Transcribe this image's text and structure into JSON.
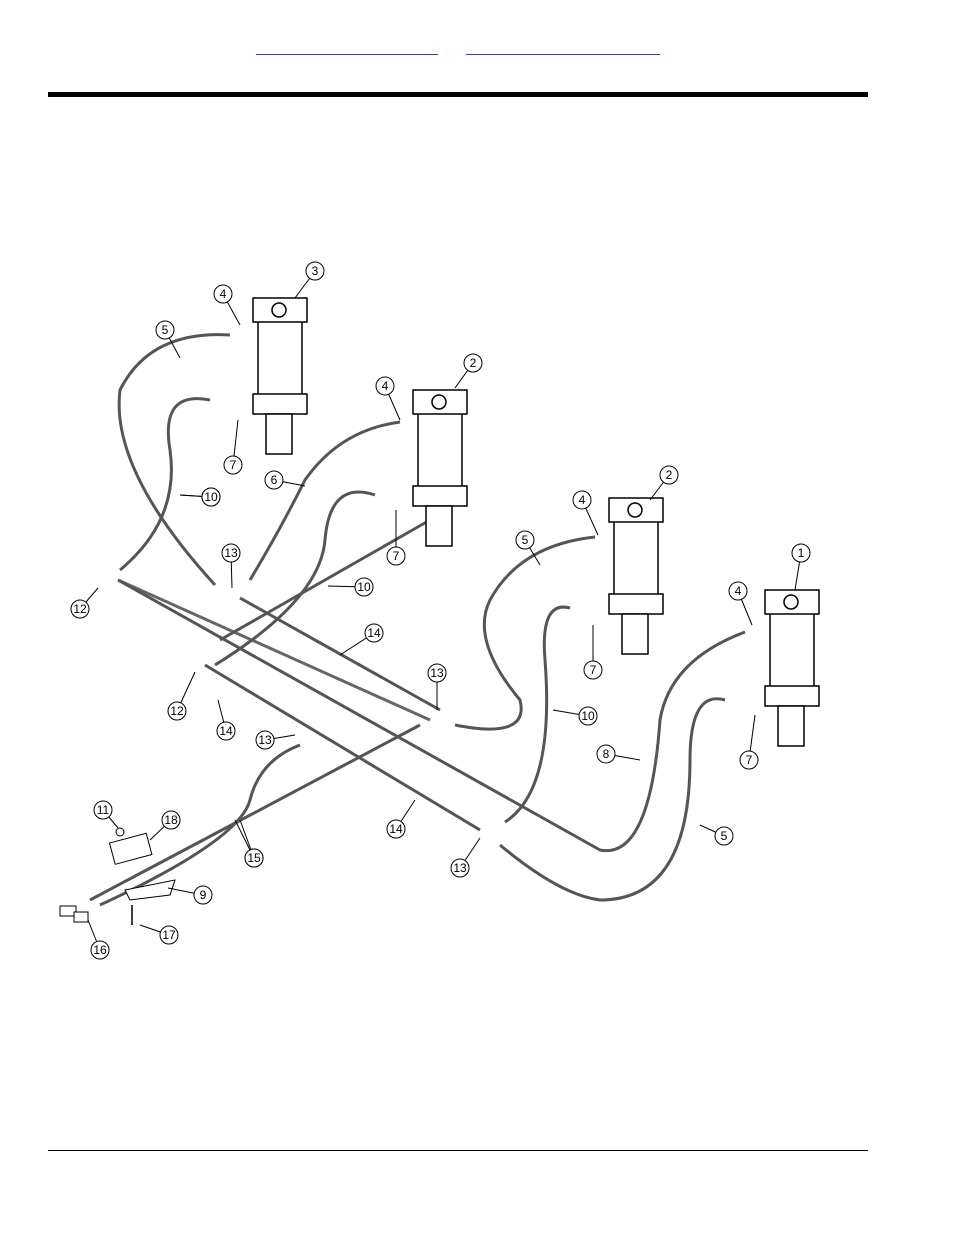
{
  "header": {
    "links": [
      {
        "text": ""
      },
      {
        "text": ""
      }
    ]
  },
  "diagram": {
    "callouts": [
      "1",
      "2",
      "2",
      "3",
      "4",
      "4",
      "4",
      "4",
      "5",
      "5",
      "5",
      "6",
      "7",
      "7",
      "7",
      "7",
      "8",
      "9",
      "10",
      "10",
      "10",
      "10",
      "11",
      "12",
      "12",
      "13",
      "13",
      "13",
      "13",
      "14",
      "14",
      "14",
      "15",
      "15",
      "16",
      "17",
      "18"
    ]
  }
}
